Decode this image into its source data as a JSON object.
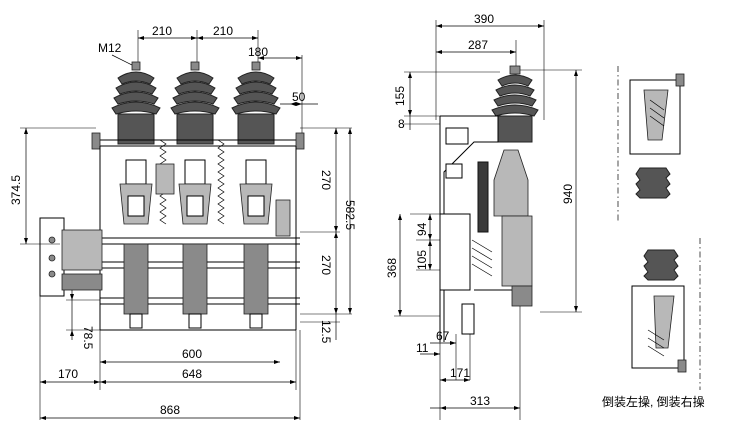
{
  "front_view": {
    "dims": {
      "pitch_left": "210",
      "pitch_right": "210",
      "thread": "M12",
      "to_rod": "180",
      "rod_offset": "50",
      "overall_height": "582.5",
      "upper_half": "270",
      "lower_half": "270",
      "bottom_offset": "12.5",
      "left_height": "374.5",
      "left_small": "78.5",
      "base_600": "600",
      "base_648": "648",
      "left_170": "170",
      "total_width": "868"
    }
  },
  "side_view": {
    "dims": {
      "top_390": "390",
      "top_287": "287",
      "h_155": "155",
      "h_8": "8",
      "h_940": "940",
      "h_94": "94",
      "h_105": "105",
      "h_368": "368",
      "w_67": "67",
      "w_11": "11",
      "w_171": "171",
      "w_313": "313"
    }
  },
  "variants_caption": "倒装左操, 倒装右操"
}
